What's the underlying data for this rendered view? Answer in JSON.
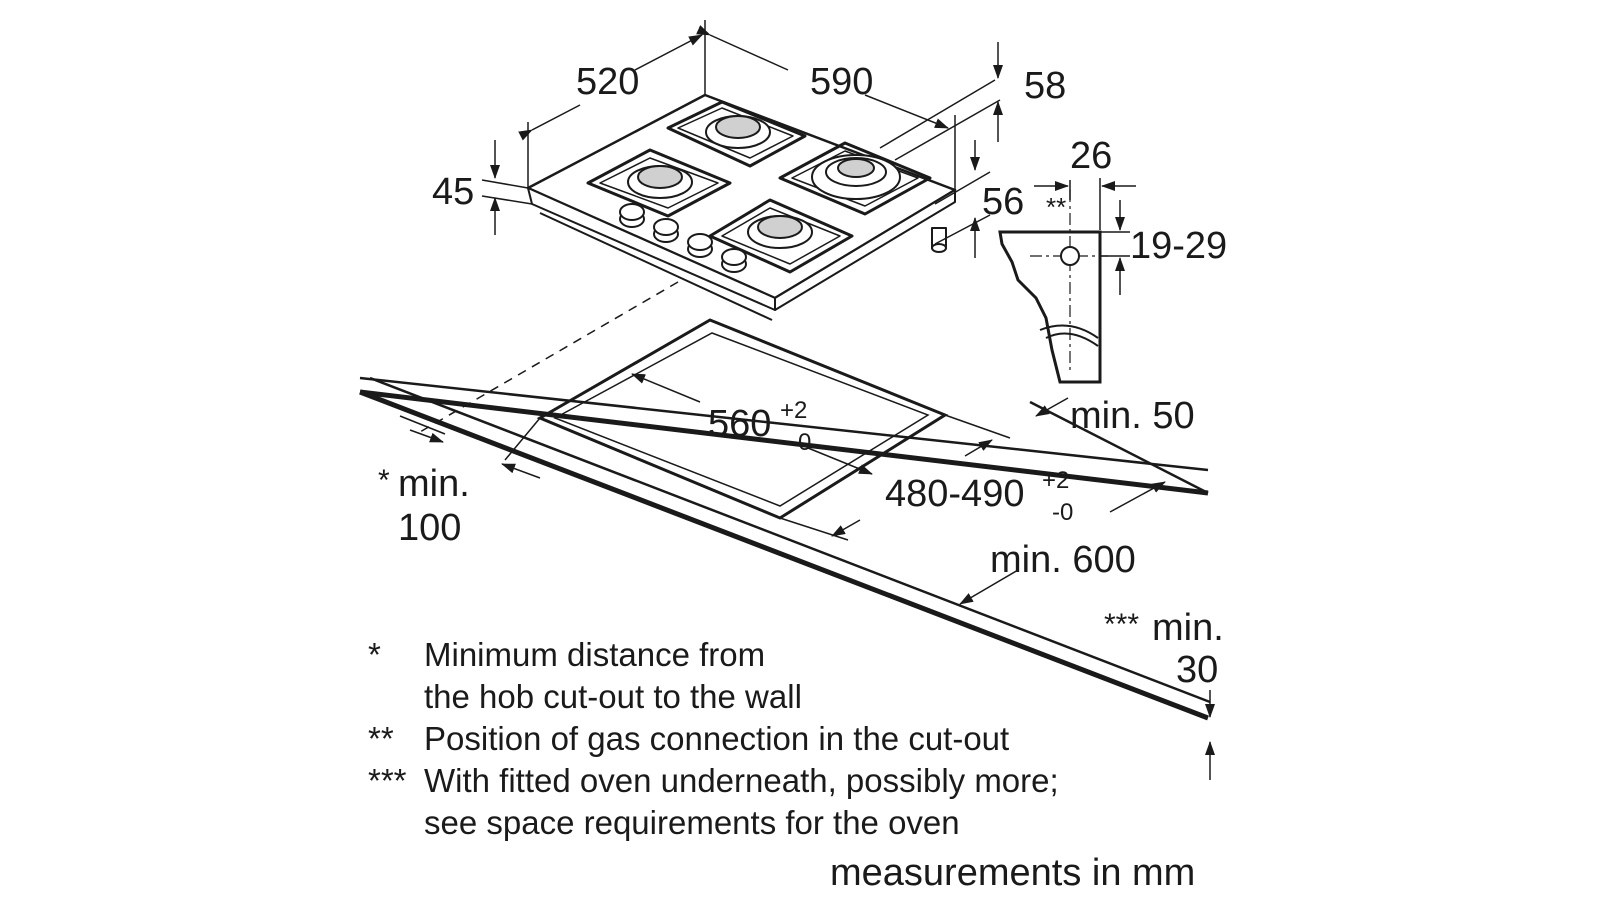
{
  "diagram": {
    "hob": {
      "depth_label": "520",
      "width_label": "590",
      "height_label": "45",
      "rear_offset_label": "58",
      "underside_label": "56"
    },
    "gas_detail": {
      "marker": "**",
      "offset_label": "26",
      "height_range_label": "19-29"
    },
    "cutout": {
      "width_label": "560",
      "width_tol_plus": "+2",
      "width_tol_minus": "-0",
      "depth_label": "480-490",
      "depth_tol_plus": "+2",
      "depth_tol_minus": "-0",
      "rear_clear_label": "min. 50",
      "wall_marker": "*",
      "wall_clear_line1": "min.",
      "wall_clear_line2": "100",
      "worktop_depth_label": "min. 600",
      "oven_marker": "***",
      "oven_clear_line1": "min.",
      "oven_clear_line2": "30"
    }
  },
  "notes": [
    {
      "marker": "*",
      "line1": "Minimum distance from",
      "line2": "the hob cut-out to the wall"
    },
    {
      "marker": "**",
      "line1": "Position of gas connection in the cut-out"
    },
    {
      "marker": "***",
      "line1": "With fitted oven underneath, possibly more;",
      "line2": "see space requirements for the oven"
    }
  ],
  "footer": "measurements in mm"
}
